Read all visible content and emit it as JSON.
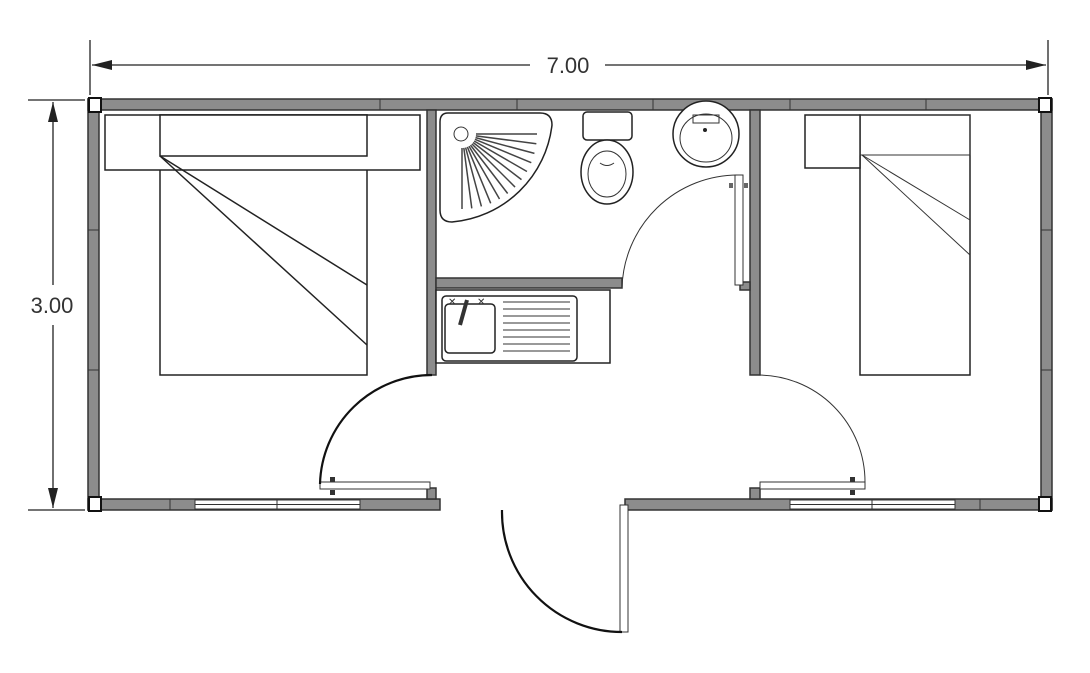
{
  "plan": {
    "width_label": "7.00",
    "depth_label": "3.00",
    "rooms": [
      "bedroom-left",
      "bathroom",
      "kitchenette",
      "hall",
      "bedroom-right"
    ],
    "colors": {
      "wall": "#8c8c8c",
      "line": "#222222",
      "background": "#ffffff"
    }
  }
}
